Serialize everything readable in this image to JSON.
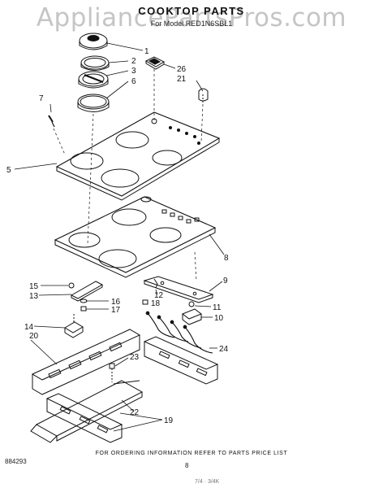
{
  "watermark": "AppliancePartsPros.com",
  "title": "COOKTOP PARTS",
  "subtitle": "For Model RED1N6SBL1",
  "footer": "FOR ORDERING INFORMATION REFER TO PARTS PRICE LIST",
  "figure_number": "884293",
  "page_number": "8",
  "bottom_note": "7/4 · 3/4K",
  "parts": [
    {
      "id": "1",
      "label": "1"
    },
    {
      "id": "2",
      "label": "2"
    },
    {
      "id": "3",
      "label": "3"
    },
    {
      "id": "6",
      "label": "6"
    },
    {
      "id": "26",
      "label": "26"
    },
    {
      "id": "21",
      "label": "21"
    },
    {
      "id": "7",
      "label": "7"
    },
    {
      "id": "5",
      "label": "5"
    },
    {
      "id": "8",
      "label": "8"
    },
    {
      "id": "9",
      "label": "9"
    },
    {
      "id": "15",
      "label": "15"
    },
    {
      "id": "13",
      "label": "13"
    },
    {
      "id": "12",
      "label": "12"
    },
    {
      "id": "16",
      "label": "16"
    },
    {
      "id": "17",
      "label": "17"
    },
    {
      "id": "18",
      "label": "18"
    },
    {
      "id": "11",
      "label": "11"
    },
    {
      "id": "10",
      "label": "10"
    },
    {
      "id": "14",
      "label": "14"
    },
    {
      "id": "20",
      "label": "20"
    },
    {
      "id": "23",
      "label": "23"
    },
    {
      "id": "24",
      "label": "24"
    },
    {
      "id": "22",
      "label": "22"
    },
    {
      "id": "19",
      "label": "19"
    }
  ]
}
